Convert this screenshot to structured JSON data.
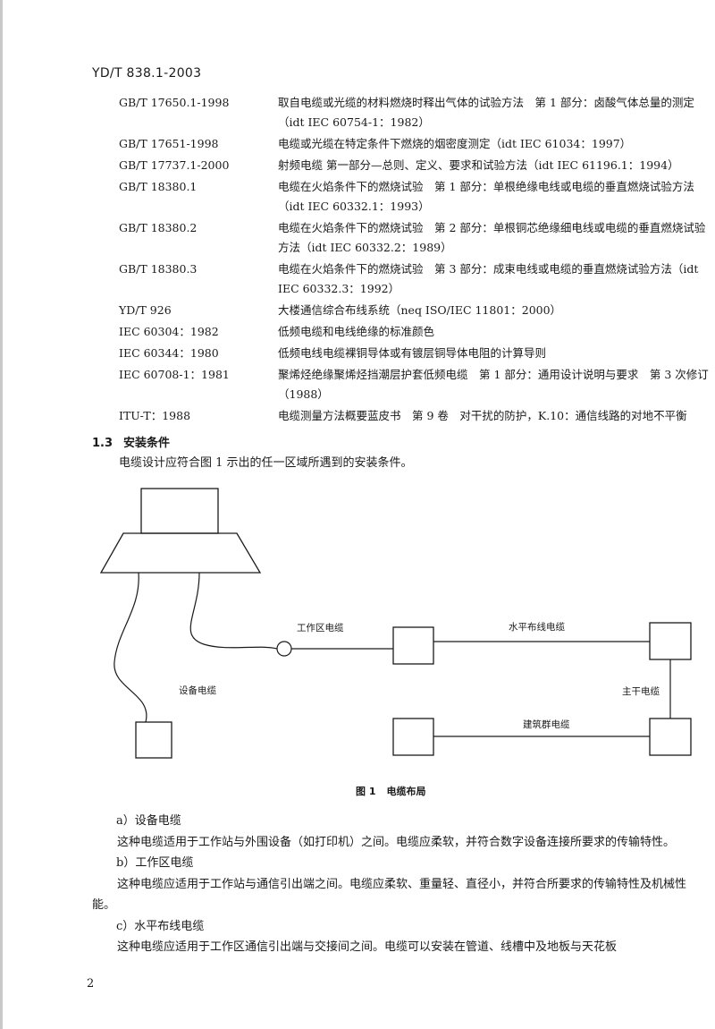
{
  "header": {
    "doc_id": "YD/T 838.1-2003"
  },
  "references": [
    {
      "code": "GB/T 17650.1-1998",
      "title": "取自电缆或光缆的材料燃烧时释出气体的试验方法　第 1 部分：卤酸气体总量的测定（idt IEC 60754-1：1982）"
    },
    {
      "code": "GB/T 17651-1998",
      "title": "电缆或光缆在特定条件下燃烧的烟密度测定（idt IEC 61034：1997）"
    },
    {
      "code": "GB/T 17737.1-2000",
      "title": "射频电缆 第一部分—总则、定义、要求和试验方法（idt IEC 61196.1：1994）"
    },
    {
      "code": "GB/T 18380.1",
      "title": "电缆在火焰条件下的燃烧试验　第 1 部分：单根绝缘电线或电缆的垂直燃烧试验方法（idt IEC 60332.1：1993）"
    },
    {
      "code": "GB/T 18380.2",
      "title": "电缆在火焰条件下的燃烧试验　第 2 部分：单根铜芯绝缘细电线或电缆的垂直燃烧试验方法（idt IEC 60332.2：1989）"
    },
    {
      "code": "GB/T 18380.3",
      "title": "电缆在火焰条件下的燃烧试验　第 3 部分：成束电线或电缆的垂直燃烧试验方法（idt IEC 60332.3：1992）"
    },
    {
      "code": "YD/T 926",
      "title": "大楼通信综合布线系统（neq ISO/IEC 11801：2000）"
    },
    {
      "code": "IEC 60304：1982",
      "title": "低频电缆和电线绝缘的标准颜色"
    },
    {
      "code": "IEC 60344：1980",
      "title": "低频电线电缆裸铜导体或有镀层铜导体电阻的计算导则"
    },
    {
      "code": "IEC 60708-1：1981",
      "title": "聚烯烃绝缘聚烯烃挡潮层护套低频电缆　第 1 部分：通用设计说明与要求　第 3 次修订（1988）"
    },
    {
      "code": "ITU-T：1988",
      "title": "电缆测量方法概要蓝皮书　第 9 卷　对干扰的防护，K.10：通信线路的对地不平衡"
    }
  ],
  "section": {
    "number": "1.3",
    "title": "安装条件"
  },
  "intro": "电缆设计应符合图 1 示出的任一区域所遇到的安装条件。",
  "figure": {
    "labels": {
      "work_area": "工作区电缆",
      "horizontal": "水平布线电缆",
      "backbone": "主干电缆",
      "equipment": "设备电缆",
      "building": "建筑群电缆"
    },
    "caption_number": "图 1",
    "caption_title": "电缆布局"
  },
  "items": [
    {
      "heading": "a）设备电缆",
      "text": "这种电缆适用于工作站与外围设备（如打印机）之间。电缆应柔软，并符合数字设备连接所要求的传输特性。"
    },
    {
      "heading": "b）工作区电缆",
      "text": "这种电缆应适用于工作站与通信引出端之间。电缆应柔软、重量轻、直径小，并符合所要求的传输特性及机械性能。"
    },
    {
      "heading": "c）水平布线电缆",
      "text": "这种电缆应适用于工作区通信引出端与交接间之间。电缆可以安装在管道、线槽中及地板与天花板"
    }
  ],
  "page_number": "2"
}
